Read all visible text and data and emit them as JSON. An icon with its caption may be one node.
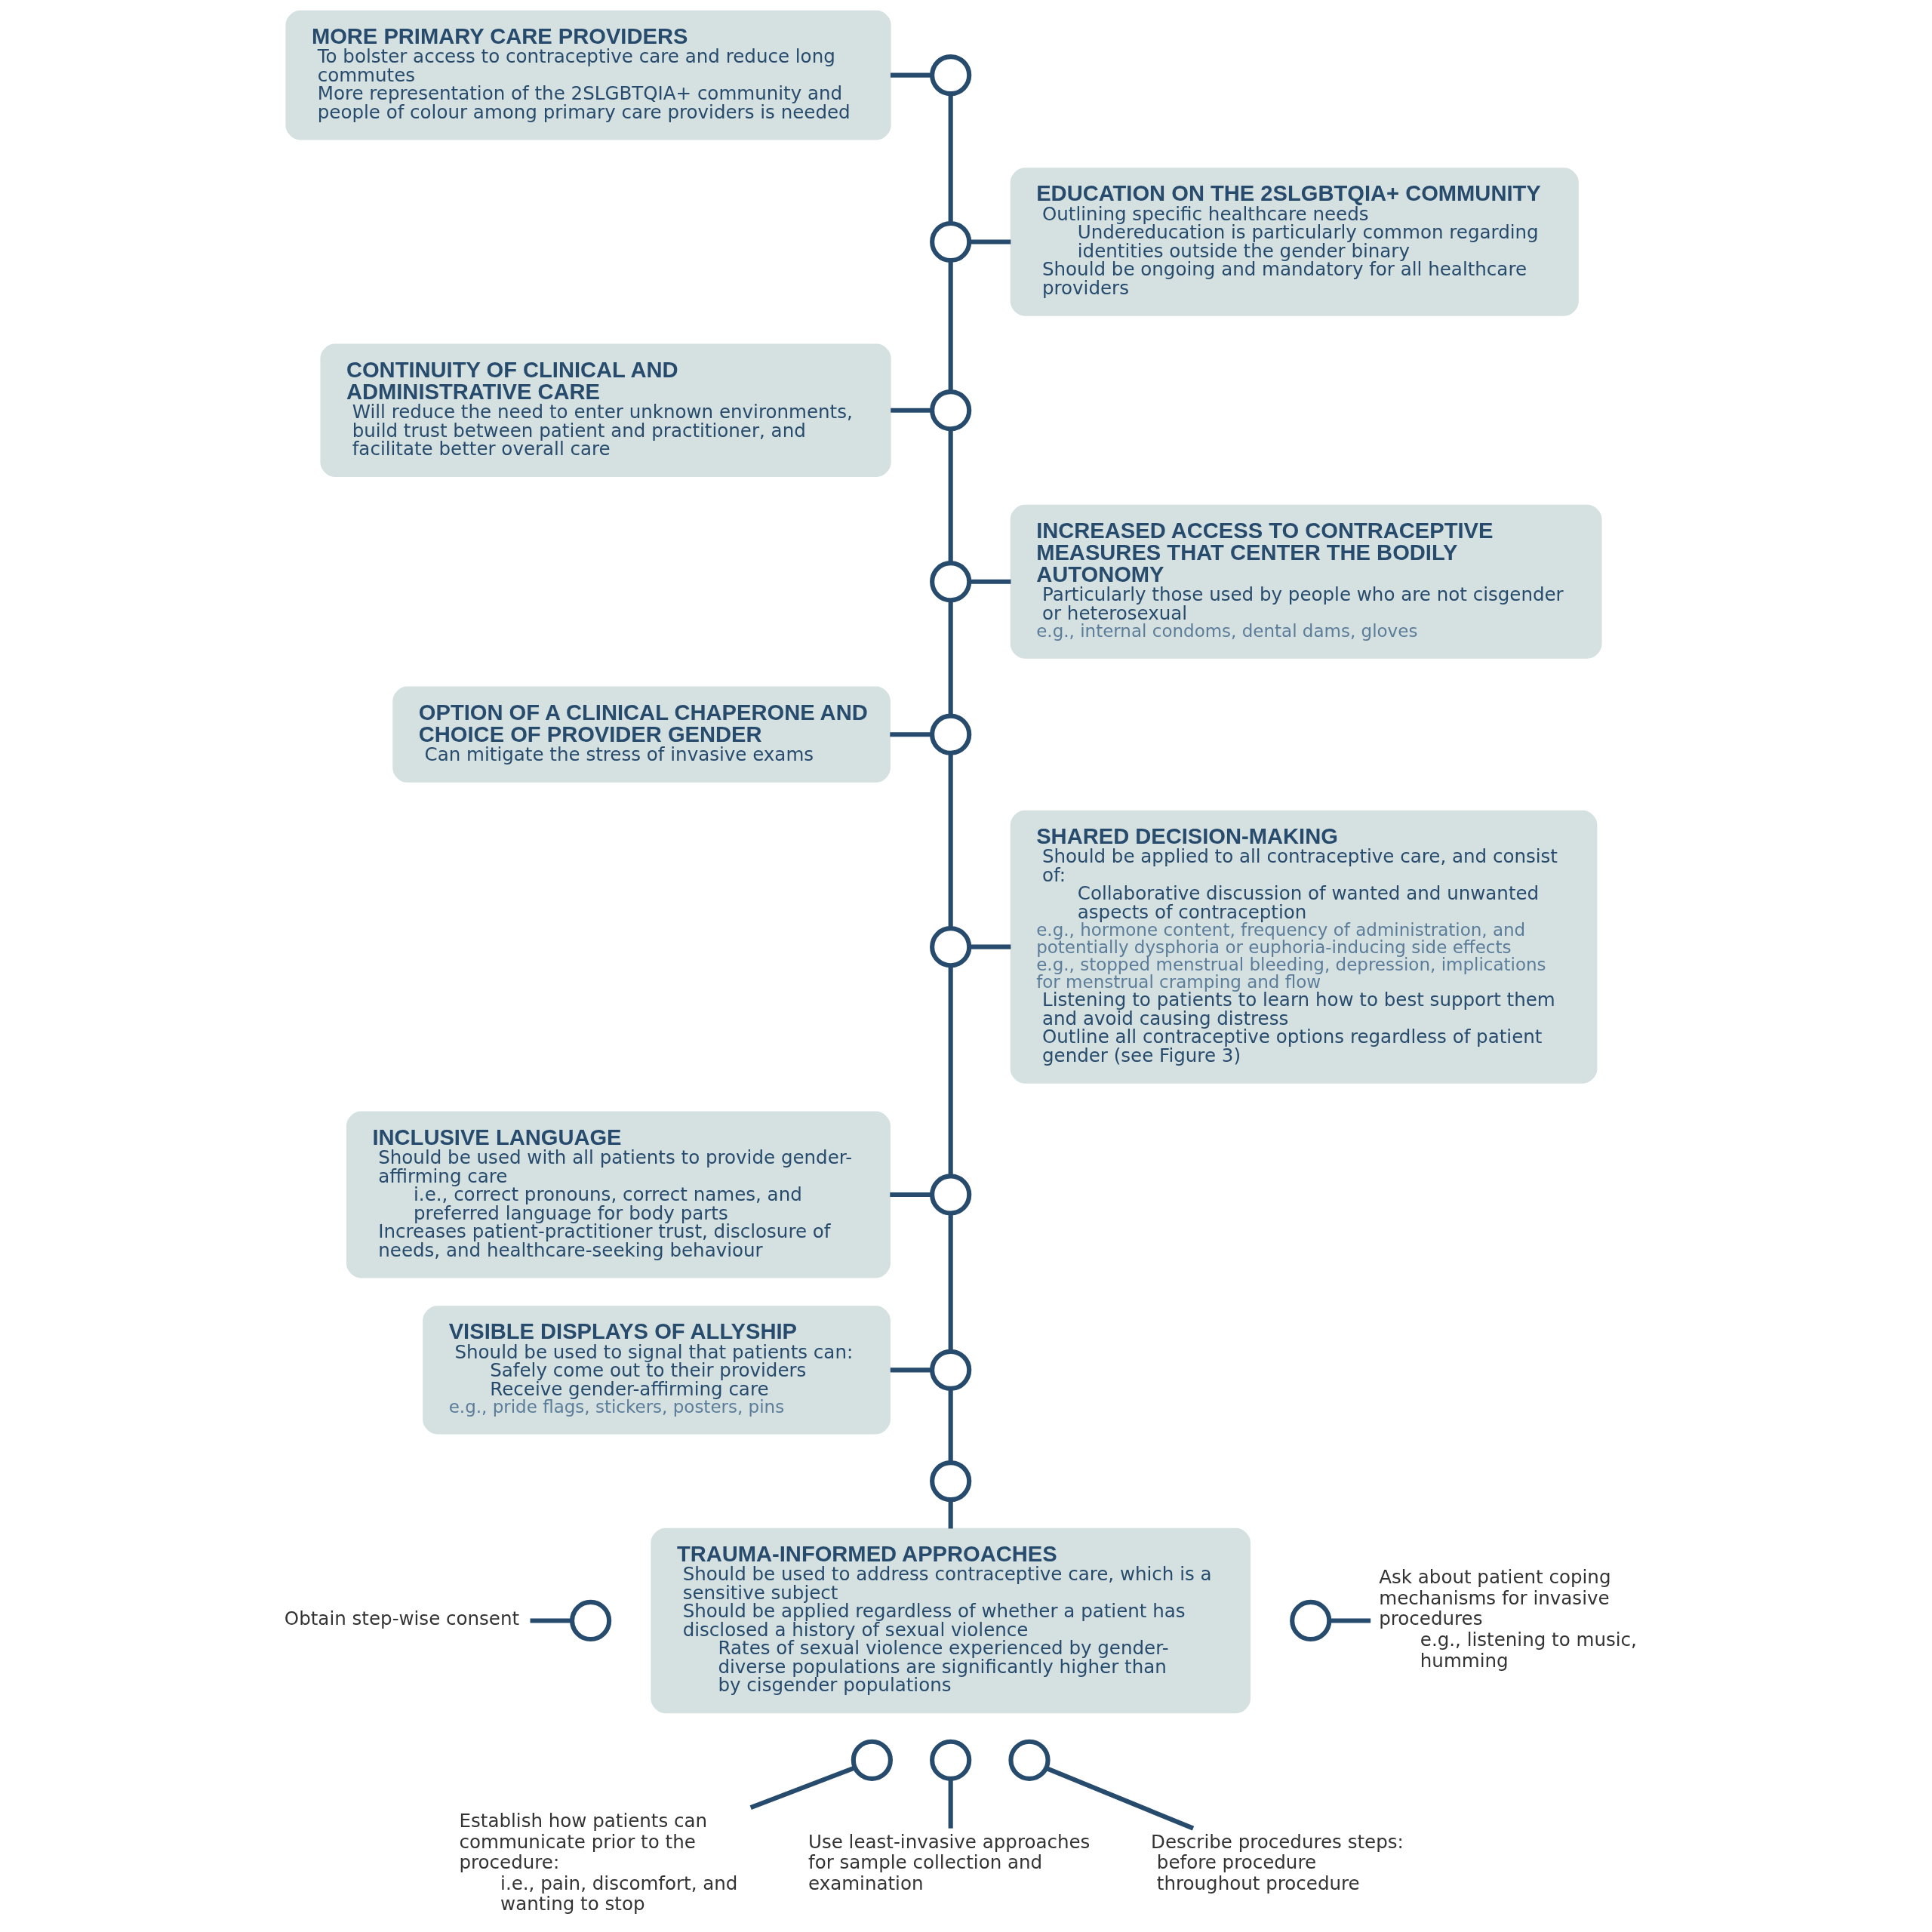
{
  "diagram": {
    "nodes": [
      {
        "text": [
          "MORE PRIMARY CARE PROVIDERS",
          "To bolster access to contraceptive care and reduce long commutes",
          "More representation of the 2SLGBTQIA+ community and people of colour among primary care providers is needed"
        ]
      },
      {
        "text": [
          "EDUCATION ON THE 2SLGBTQIA+ COMMUNITY",
          "Outlining specific healthcare needs",
          "Undereducation is particularly common regarding identities outside the gender binary",
          "Should be ongoing and mandatory for all healthcare providers"
        ]
      },
      {
        "text": [
          "CONTINUITY OF CLINICAL AND ADMINISTRATIVE CARE",
          "Will reduce the need to enter unknown environments, build trust between patient and practitioner, and facilitate better overall care"
        ]
      },
      {
        "text": [
          "INCREASED ACCESS TO CONTRACEPTIVE MEASURES THAT CENTER THE BODILY AUTONOMY",
          "Particularly those used by people who are not cisgender or heterosexual",
          "e.g., internal condoms, dental dams, gloves"
        ]
      },
      {
        "text": [
          "OPTION OF A CLINICAL CHAPERONE AND CHOICE OF PROVIDER GENDER",
          "Can mitigate the stress of invasive exams"
        ]
      },
      {
        "text": [
          "SHARED DECISION-MAKING",
          "Should be applied to all contraceptive care, and consist of:",
          "Collaborative discussion of wanted and unwanted aspects of contraception",
          "e.g., hormone content, frequency of administration, and potentially dysphoria or euphoria-inducing side effects",
          "e.g., stopped menstrual bleeding, depression, implications for menstrual cramping and flow",
          "Listening to patients to learn how to best support them and avoid causing distress",
          "Outline all contraceptive options regardless of patient gender (see Figure 3)"
        ]
      },
      {
        "text": [
          "INCLUSIVE LANGUAGE",
          "Should be used with all patients to provide gender-affirming care",
          "i.e., correct pronouns, correct names, and preferred language for body parts",
          "Increases patient-practitioner trust, disclosure of needs, and healthcare-seeking behaviour"
        ]
      },
      {
        "text": [
          "VISIBLE DISPLAYS OF ALLYSHIP",
          "Should be used to signal that patients can:",
          "Safely come out to their providers",
          "Receive gender-affirming care",
          "e.g., pride flags, stickers, posters, pins"
        ]
      },
      {
        "text": [
          "TRAUMA-INFORMED APPROACHES",
          "Should be used to address contraceptive care, which is a sensitive subject",
          "Should be applied regardless of whether a patient has disclosed a history of sexual violence",
          "Rates of sexual violence experienced by gender-diverse populations are significantly higher than by cisgender populations"
        ]
      },
      {
        "text": [
          "Obtain step-wise consent"
        ]
      },
      {
        "text": [
          "Ask about patient coping mechanisms for invasive procedures",
          "e.g., listening to music, humming"
        ]
      },
      {
        "text": [
          "Establish how patients can communicate prior to the procedure:",
          "i.e., pain, discomfort, and wanting to stop"
        ]
      },
      {
        "text": [
          "Use least-invasive approaches for sample collection and examination"
        ]
      },
      {
        "text": [
          "Describe procedures steps:",
          "before procedure",
          "throughout procedure"
        ]
      },
      {
        "text": [],
        "shape": "circle"
      },
      {
        "text": [],
        "shape": "circle"
      },
      {
        "text": [],
        "shape": "circle"
      },
      {
        "text": [],
        "shape": "circle"
      },
      {
        "text": [],
        "shape": "circle"
      },
      {
        "text": [],
        "shape": "circle"
      },
      {
        "text": [],
        "shape": "circle"
      },
      {
        "text": [],
        "shape": "circle"
      },
      {
        "text": [],
        "shape": "circle"
      },
      {
        "text": [],
        "shape": "circle"
      },
      {
        "text": [],
        "shape": "circle"
      },
      {
        "text": [],
        "shape": "circle"
      },
      {
        "text": [],
        "shape": "circle"
      },
      {
        "text": [],
        "shape": "circle"
      }
    ],
    "edges": [
      {
        "from": 14,
        "to": 15,
        "arrow": "none"
      },
      {
        "from": 15,
        "to": 16,
        "arrow": "none"
      },
      {
        "from": 16,
        "to": 17,
        "arrow": "none"
      },
      {
        "from": 17,
        "to": 18,
        "arrow": "none"
      },
      {
        "from": 18,
        "to": 19,
        "arrow": "none"
      },
      {
        "from": 19,
        "to": 20,
        "arrow": "none"
      },
      {
        "from": 20,
        "to": 21,
        "arrow": "none"
      },
      {
        "from": 21,
        "to": 22,
        "arrow": "none"
      },
      {
        "from": 0,
        "to": 14,
        "arrow": "none"
      },
      {
        "from": 15,
        "to": 1,
        "arrow": "none"
      },
      {
        "from": 2,
        "to": 16,
        "arrow": "none"
      },
      {
        "from": 17,
        "to": 3,
        "arrow": "none"
      },
      {
        "from": 4,
        "to": 18,
        "arrow": "none"
      },
      {
        "from": 19,
        "to": 5,
        "arrow": "none"
      },
      {
        "from": 6,
        "to": 20,
        "arrow": "none"
      },
      {
        "from": 7,
        "to": 21,
        "arrow": "none"
      },
      {
        "from": 22,
        "to": 8,
        "arrow": "none"
      },
      {
        "from": 9,
        "to": 23,
        "arrow": "none"
      },
      {
        "from": 24,
        "to": 10,
        "arrow": "none"
      },
      {
        "from": 25,
        "to": 11,
        "arrow": "none"
      },
      {
        "from": 26,
        "to": 12,
        "arrow": "none"
      },
      {
        "from": 27,
        "to": 13,
        "arrow": "none"
      }
    ]
  }
}
